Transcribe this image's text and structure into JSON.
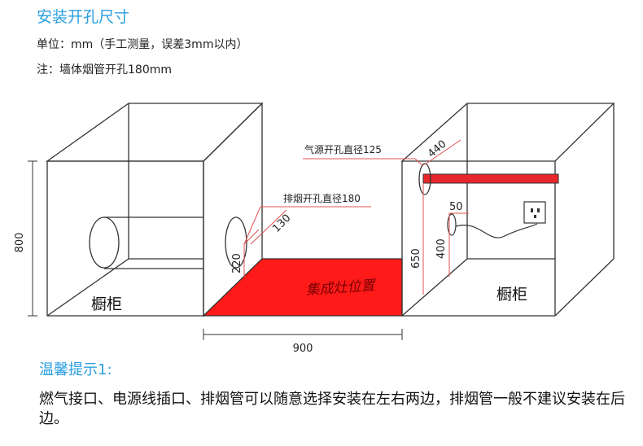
{
  "header": {
    "title": "安装开孔尺寸",
    "unit_note": "单位：mm（手工测量，误差3mm以内）",
    "wall_note": "注：墙体烟管开孔180mm"
  },
  "diagram": {
    "labels": {
      "gas_hole": "气源开孔直径125",
      "flue_hole": "排烟开孔直径180",
      "stove_position": "集成灶位置",
      "cabinet_left": "橱柜",
      "cabinet_right": "橱柜"
    },
    "dimensions": {
      "height": "800",
      "width": "900",
      "flue_offset": "130",
      "flue_height": "220",
      "gas_offset": "440",
      "gas_height": "650",
      "socket_offset": "50",
      "socket_height": "400"
    },
    "colors": {
      "stove": "#ff1a1a",
      "gas_pipe": "#e8262b",
      "dimension_line": "#e05050",
      "outline": "#333333",
      "accent_text": "#2a9fe0"
    }
  },
  "tips": {
    "title": "温馨提示1:",
    "body": "燃气接口、电源线插口、排烟管可以随意选择安装在左右两边，排烟管一般不建议安装在后边。"
  }
}
